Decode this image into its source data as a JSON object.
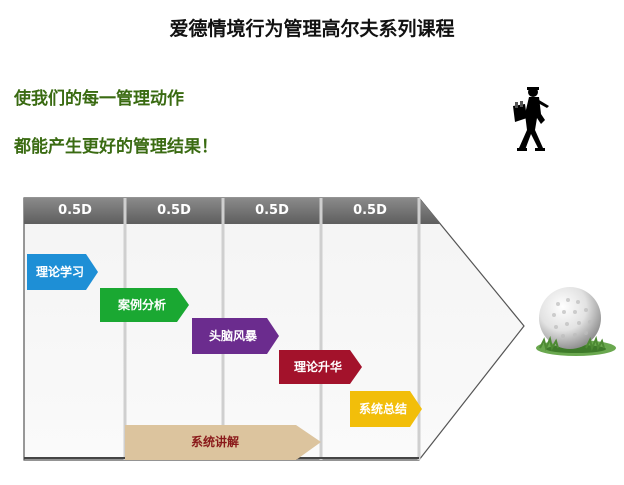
{
  "title": "爱德情境行为管理高尔夫系列课程",
  "slogans": [
    "使我们的每一管理动作",
    "都能产生更好的管理结果！"
  ],
  "stages": [
    "0.5D",
    "0.5D",
    "0.5D",
    "0.5D"
  ],
  "steps": [
    {
      "label": "理论学习",
      "color": "#1e8fd6"
    },
    {
      "label": "案例分析",
      "color": "#1aa832"
    },
    {
      "label": "头脑风暴",
      "color": "#6b2c8e"
    },
    {
      "label": "理论升华",
      "color": "#a3122b"
    },
    {
      "label": "系统总结",
      "color": "#f2be0a"
    }
  ],
  "bottom_bar": {
    "label": "系统讲解",
    "color": "#dcc49e",
    "text_color": "#8a1a1a"
  }
}
